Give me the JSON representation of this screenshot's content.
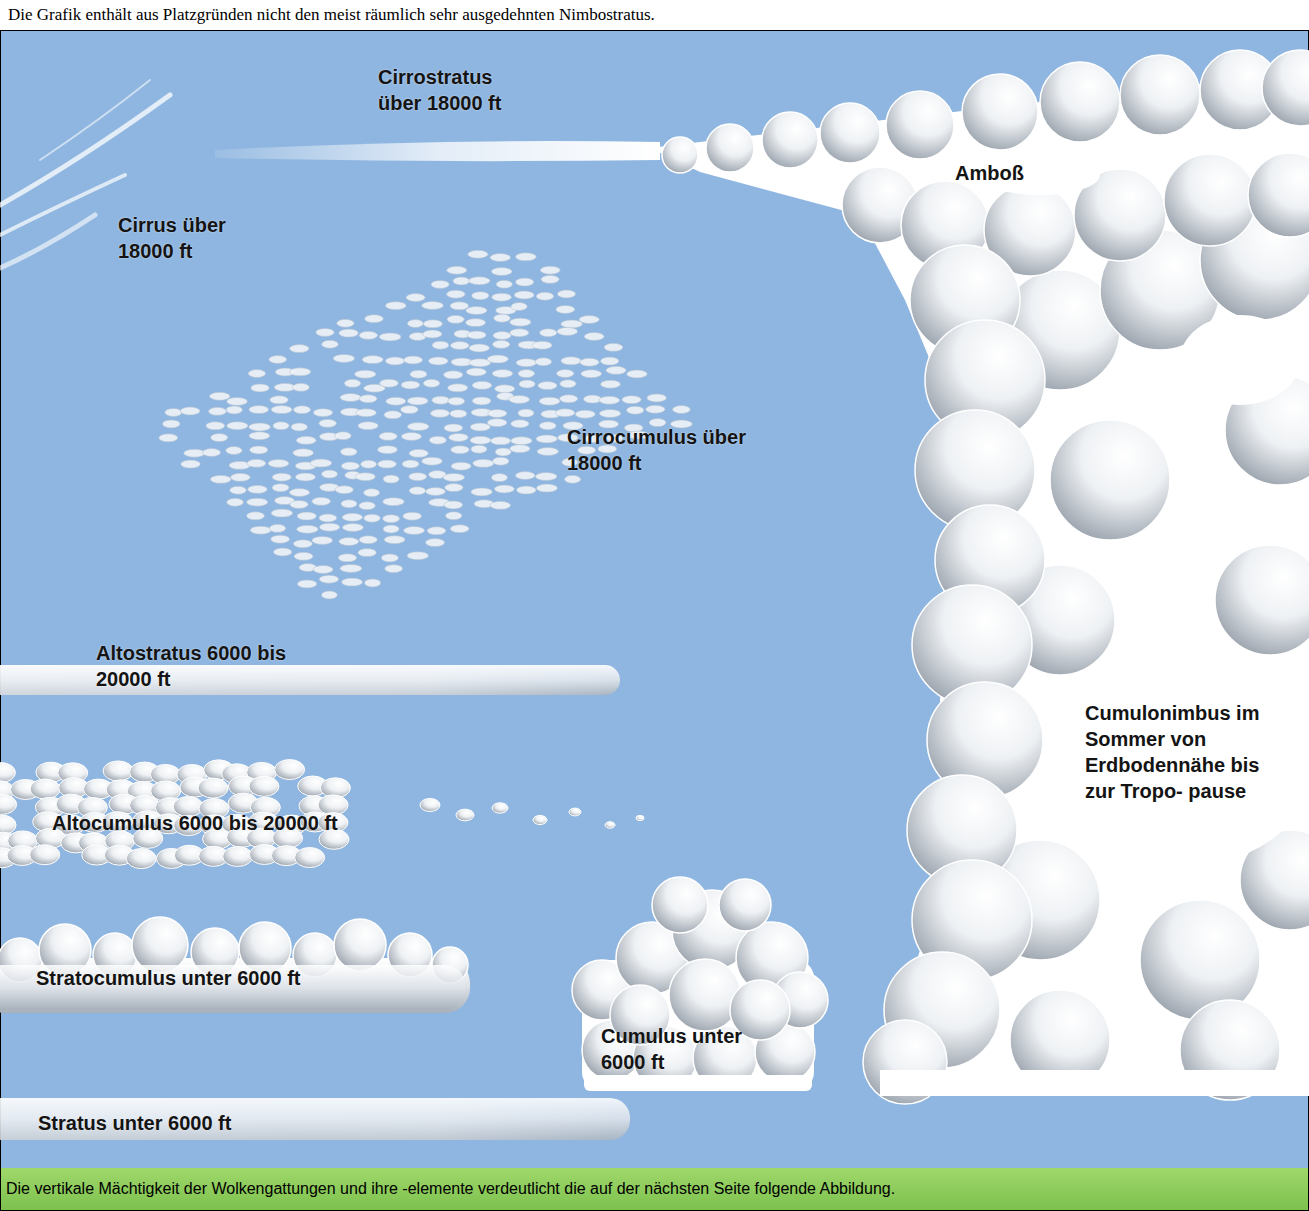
{
  "diagram": {
    "title": "Die Grafik enthält aus Platzgründen nicht den meist räumlich sehr ausgedehnten Nimbostratus.",
    "caption": "Die vertikale Mächtigkeit der Wolkengattungen und ihre -elemente verdeutlicht die auf der nächsten Seite folgende Abbildung.",
    "labels": [
      "Cirrostratus über 18000 ft",
      "Amboß",
      "Cirrus über 18000 ft",
      "Cirrocumulus über 18000 ft",
      "Altostratus 6000 bis 20000 ft",
      "Altocumulus 6000 bis 20000 ft",
      "Cumulonimbus im Sommer von Erdbodennähe bis zur Tropo- pause",
      "Stratocumulus unter 6000 ft",
      "Cumulus unter 6000 ft",
      "Stratus unter 6000 ft"
    ]
  }
}
